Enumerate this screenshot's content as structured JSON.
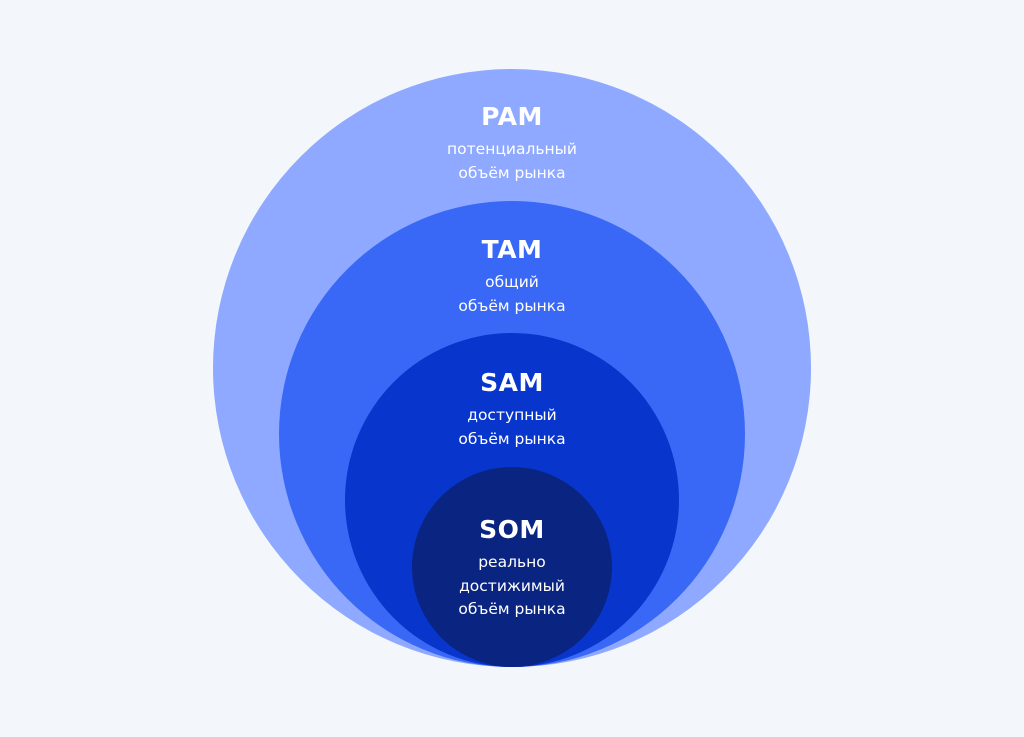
{
  "colors": {
    "background": "#f3f6fa",
    "pam": "#8ea9ff",
    "tam": "#3868f5",
    "sam": "#0836cc",
    "som": "#0a2482"
  },
  "levels": [
    {
      "key": "pam",
      "title": "PAM",
      "lines": [
        "потенциальный",
        "объём рынка"
      ]
    },
    {
      "key": "tam",
      "title": "TAM",
      "lines": [
        "общий",
        "объём рынка"
      ]
    },
    {
      "key": "sam",
      "title": "SAM",
      "lines": [
        "доступный",
        "объём рынка"
      ]
    },
    {
      "key": "som",
      "title": "SOM",
      "lines": [
        "реально",
        "достижимый",
        "объём рынка"
      ]
    }
  ]
}
